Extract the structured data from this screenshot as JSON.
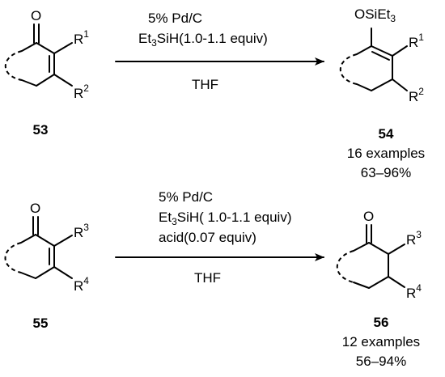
{
  "reactions": [
    {
      "reactant": {
        "id": "53",
        "oxygen": "O",
        "subs": [
          {
            "base": "R",
            "sup": "1"
          },
          {
            "base": "R",
            "sup": "2"
          }
        ]
      },
      "conditions": {
        "catalyst": "5% Pd/C",
        "reagent": {
          "pre": "Et",
          "sub": "3",
          "post": "SiH(1.0-1.1 equiv)"
        },
        "additive": "",
        "solvent": "THF"
      },
      "product": {
        "id": "54",
        "group": {
          "pre": "OSiEt",
          "sub": "3"
        },
        "subs": [
          {
            "base": "R",
            "sup": "1"
          },
          {
            "base": "R",
            "sup": "2"
          }
        ],
        "examples": "16 examples",
        "yield": "63–96%"
      }
    },
    {
      "reactant": {
        "id": "55",
        "oxygen": "O",
        "subs": [
          {
            "base": "R",
            "sup": "3"
          },
          {
            "base": "R",
            "sup": "4"
          }
        ]
      },
      "conditions": {
        "catalyst": "5% Pd/C",
        "reagent": {
          "pre": "Et",
          "sub": "3",
          "post": "SiH( 1.0-1.1 equiv)"
        },
        "additive": "acid(0.07 equiv)",
        "solvent": "THF"
      },
      "product": {
        "id": "56",
        "oxygen": "O",
        "subs": [
          {
            "base": "R",
            "sup": "3"
          },
          {
            "base": "R",
            "sup": "4"
          }
        ],
        "examples": "12 examples",
        "yield": "56–94%"
      }
    }
  ]
}
